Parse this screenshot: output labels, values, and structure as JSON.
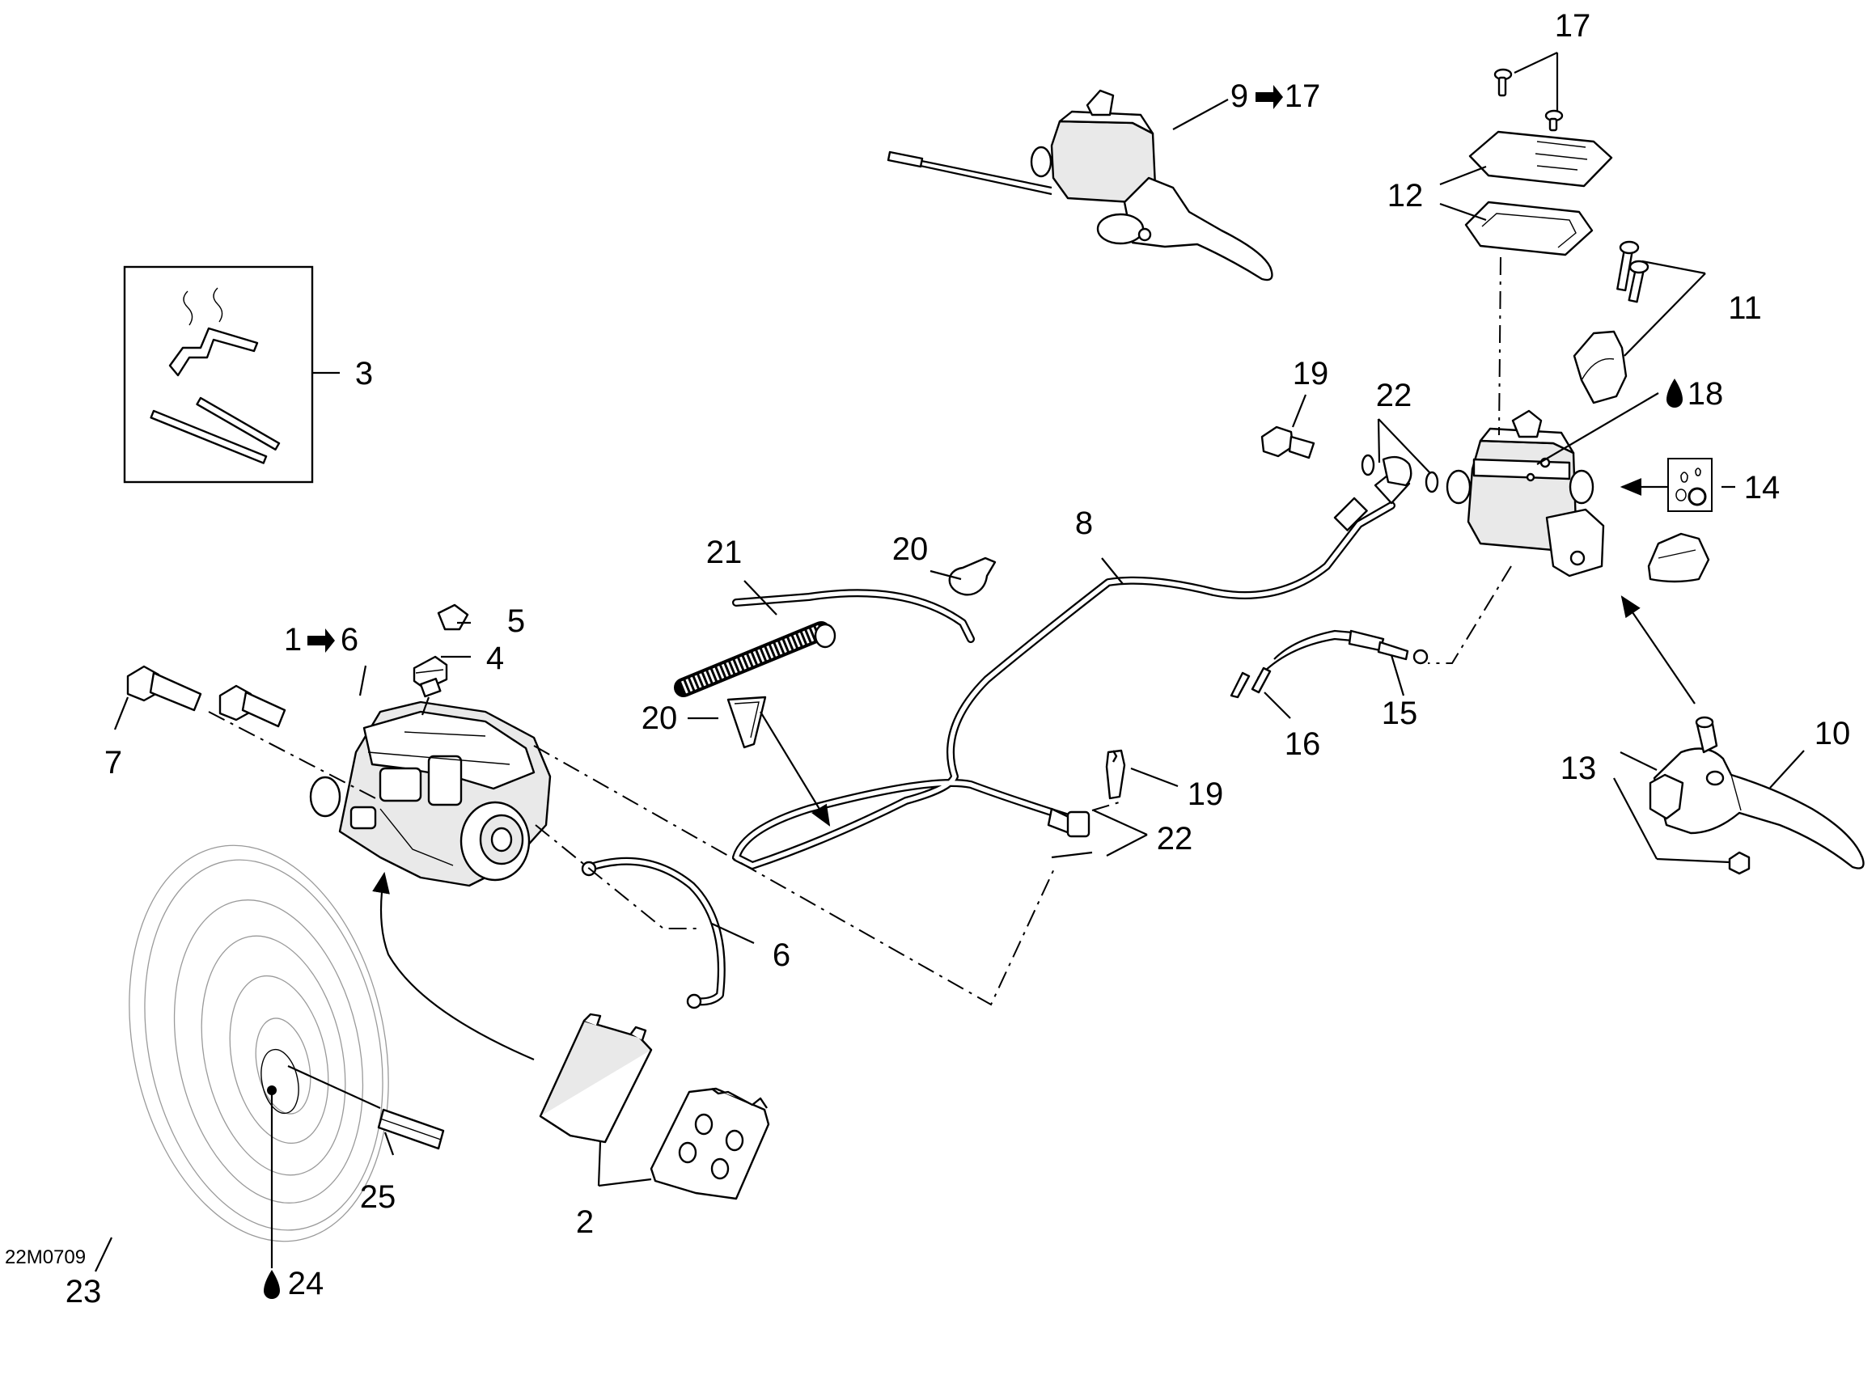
{
  "figure_code": "22M0709",
  "callouts": {
    "c1": "1",
    "c1_range_end": "6",
    "c2": "2",
    "c3": "3",
    "c4": "4",
    "c5": "5",
    "c6": "6",
    "c7": "7",
    "c8": "8",
    "c9": "9",
    "c9_range_end": "17",
    "c10": "10",
    "c11": "11",
    "c12": "12",
    "c13": "13",
    "c14": "14",
    "c15": "15",
    "c16": "16",
    "c17": "17",
    "c18": "18",
    "c19a": "19",
    "c19b": "19",
    "c20a": "20",
    "c20b": "20",
    "c21": "21",
    "c22a": "22",
    "c22b": "22",
    "c23": "23",
    "c24": "24",
    "c25": "25"
  },
  "icons": {
    "range_arrow": "right-arrow-icon",
    "fluid_drop": "fluid-drop-icon",
    "lubricant_label": "lubricant-label-icon"
  },
  "colors": {
    "line": "#000000",
    "background": "#ffffff",
    "disc": "#9a9a9a"
  }
}
